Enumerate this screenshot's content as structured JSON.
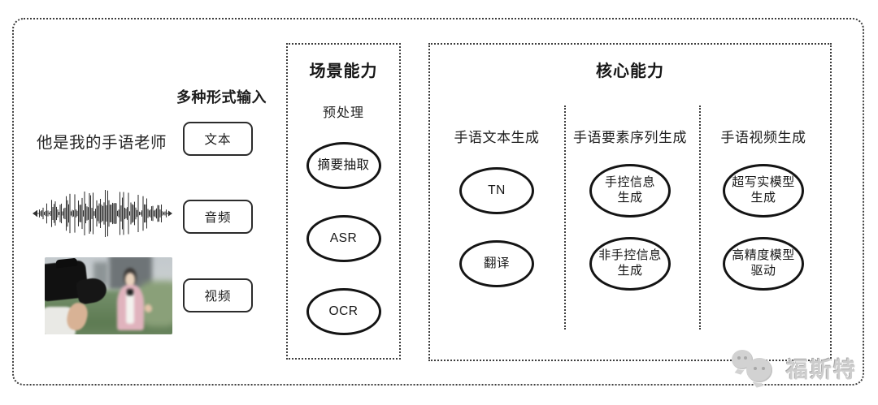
{
  "input_section": {
    "label": "多种形式输入",
    "sample_text": "他是我的手语老师",
    "items": [
      {
        "type": "text",
        "box_label": "文本"
      },
      {
        "type": "audio",
        "box_label": "音频"
      },
      {
        "type": "video",
        "box_label": "视频"
      }
    ]
  },
  "scene_box": {
    "title": "场景能力",
    "subtitle": "预处理",
    "nodes": [
      "摘要抽取",
      "ASR",
      "OCR"
    ]
  },
  "core_box": {
    "title": "核心能力",
    "columns": [
      {
        "header": "手语文本生成",
        "nodes": [
          "TN",
          "翻译"
        ]
      },
      {
        "header": "手语要素序列生成",
        "nodes": [
          "手控信息\n生成",
          "非手控信息\n生成"
        ]
      },
      {
        "header": "手语视频生成",
        "nodes": [
          "超写实模型\n生成",
          "高精度模型\n驱动"
        ]
      }
    ]
  },
  "watermark": {
    "text": "福斯特",
    "icon": "chat-bubbles-icon"
  },
  "colors": {
    "ink": "#1f1f1f",
    "dotted_border": "#3c3c3c",
    "watermark_gray": "#cdcdcd"
  }
}
